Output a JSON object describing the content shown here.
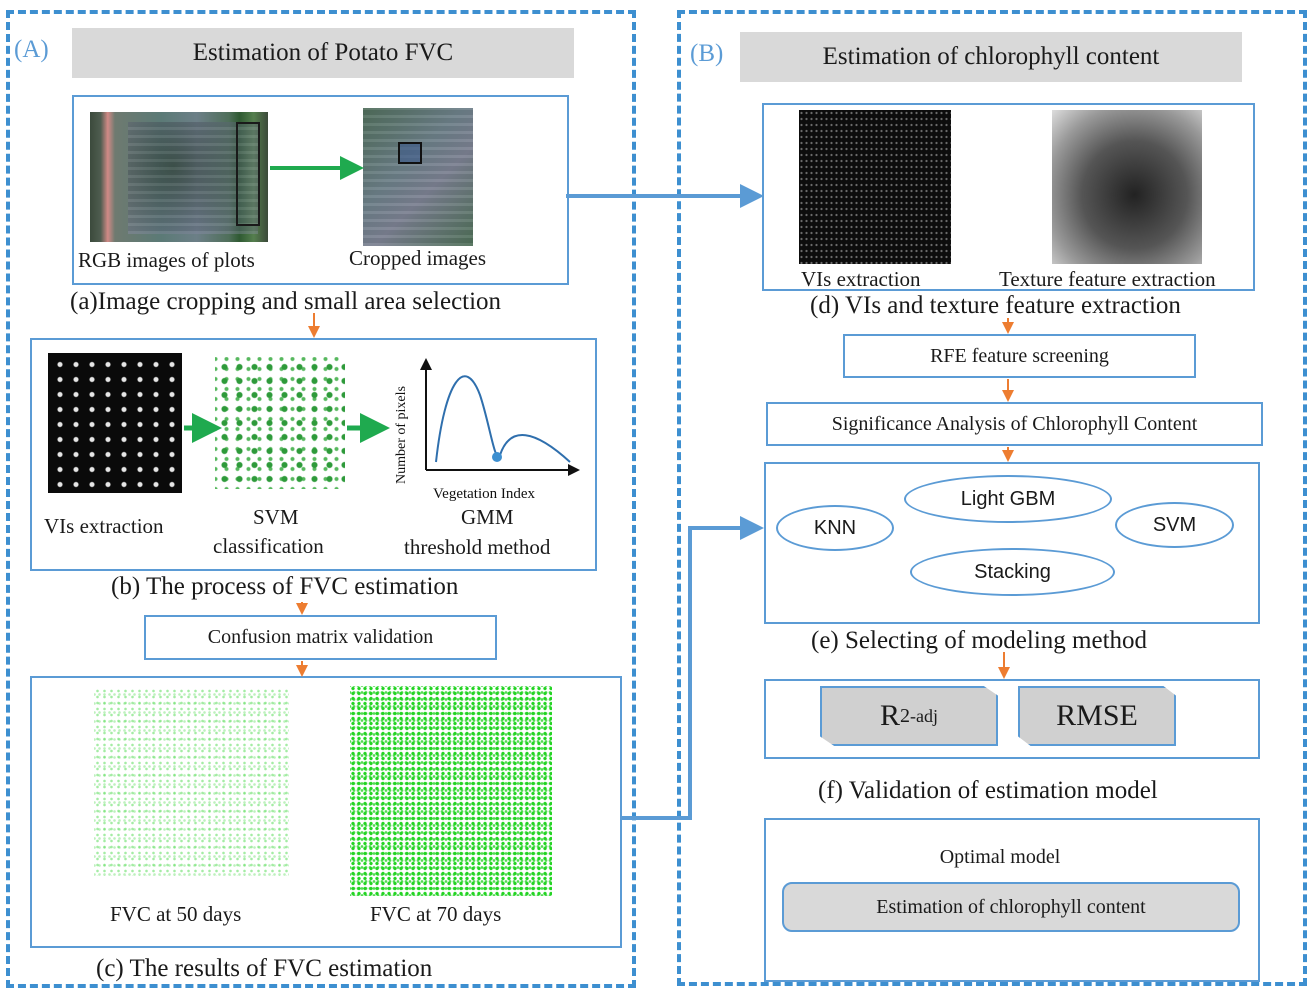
{
  "panel_a": {
    "tag": "(A)",
    "header": "Estimation of Potato FVC",
    "section_a": {
      "rgb_label": "RGB images of plots",
      "cropped_label": "Cropped images",
      "caption": "(a)Image cropping and small area selection"
    },
    "section_b": {
      "vis_label": "VIs extraction",
      "svm_label_1": "SVM",
      "svm_label_2": "classification",
      "graph_ylabel": "Number of pixels",
      "graph_xlabel": "Vegetation Index",
      "gmm_label_1": "GMM",
      "gmm_label_2": "threshold method",
      "caption": "(b) The process of  FVC estimation"
    },
    "validation_box": "Confusion matrix validation",
    "section_c": {
      "fvc50_label": "FVC at  50 days",
      "fvc70_label": "FVC at  70 days",
      "caption": "(c) The results of  FVC estimation"
    }
  },
  "panel_b": {
    "tag": "(B)",
    "header": "Estimation of chlorophyll content",
    "section_d": {
      "vis_label": "VIs extraction",
      "texture_label": "Texture feature extraction",
      "caption": "(d) VIs and texture feature extraction"
    },
    "rfe_box": "RFE feature screening",
    "significance_box": "Significance Analysis of Chlorophyll Content",
    "section_e": {
      "knn": "KNN",
      "lightgbm": "Light GBM",
      "svm": "SVM",
      "stacking": "Stacking",
      "caption": "(e) Selecting of modeling method"
    },
    "section_f": {
      "r2_main": "R",
      "r2_sup": "2",
      "r2_sub": "-adj",
      "rmse": "RMSE",
      "caption": "(f) Validation of estimation model"
    },
    "optimal": {
      "title": "Optimal model",
      "box": "Estimation of chlorophyll content"
    }
  },
  "colors": {
    "dashed_border": "#3d8fd0",
    "box_border": "#5b9bd5",
    "header_fill": "#d9d9d9",
    "green_arrow": "#1faa4f",
    "orange_arrow": "#ed7d31",
    "blue_connector": "#5b9bd5"
  }
}
